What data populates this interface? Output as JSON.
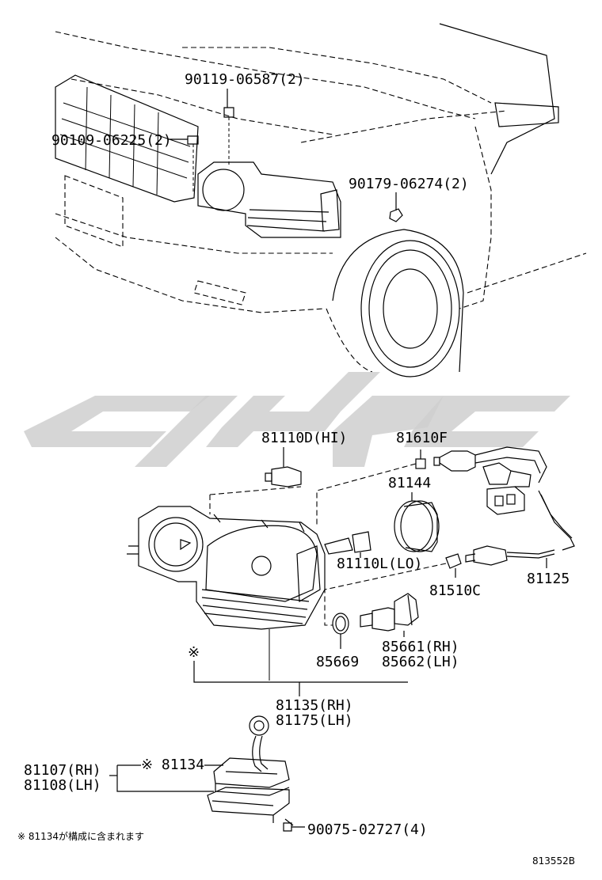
{
  "labels": {
    "bolt_upper": "90119-06587(2)",
    "bolt_left": "90109-06225(2)",
    "nut_right": "90179-06274(2)",
    "bulb_hi": "81110D(HI)",
    "bulb_81610f": "81610F",
    "cap_81144": "81144",
    "bulb_lo": "81110L(LO)",
    "socket_81125": "81125",
    "bulb_81510c": "81510C",
    "gasket_85669": "85669",
    "unit_85661": "85661(RH)",
    "unit_85662": "85662(LH)",
    "ref_mark": "※",
    "lamp_81135": "81135(RH)",
    "lamp_81175": "81175(LH)",
    "comp_81107": "81107(RH)",
    "comp_81108": "81108(LH)",
    "comp_81134": "※ 81134",
    "screw_90075": "90075-02727(4)",
    "footnote": "※ 81134が構成に含まれます",
    "code": "813552B"
  },
  "colors": {
    "line": "#000000",
    "watermark": "#cfcfcf"
  }
}
